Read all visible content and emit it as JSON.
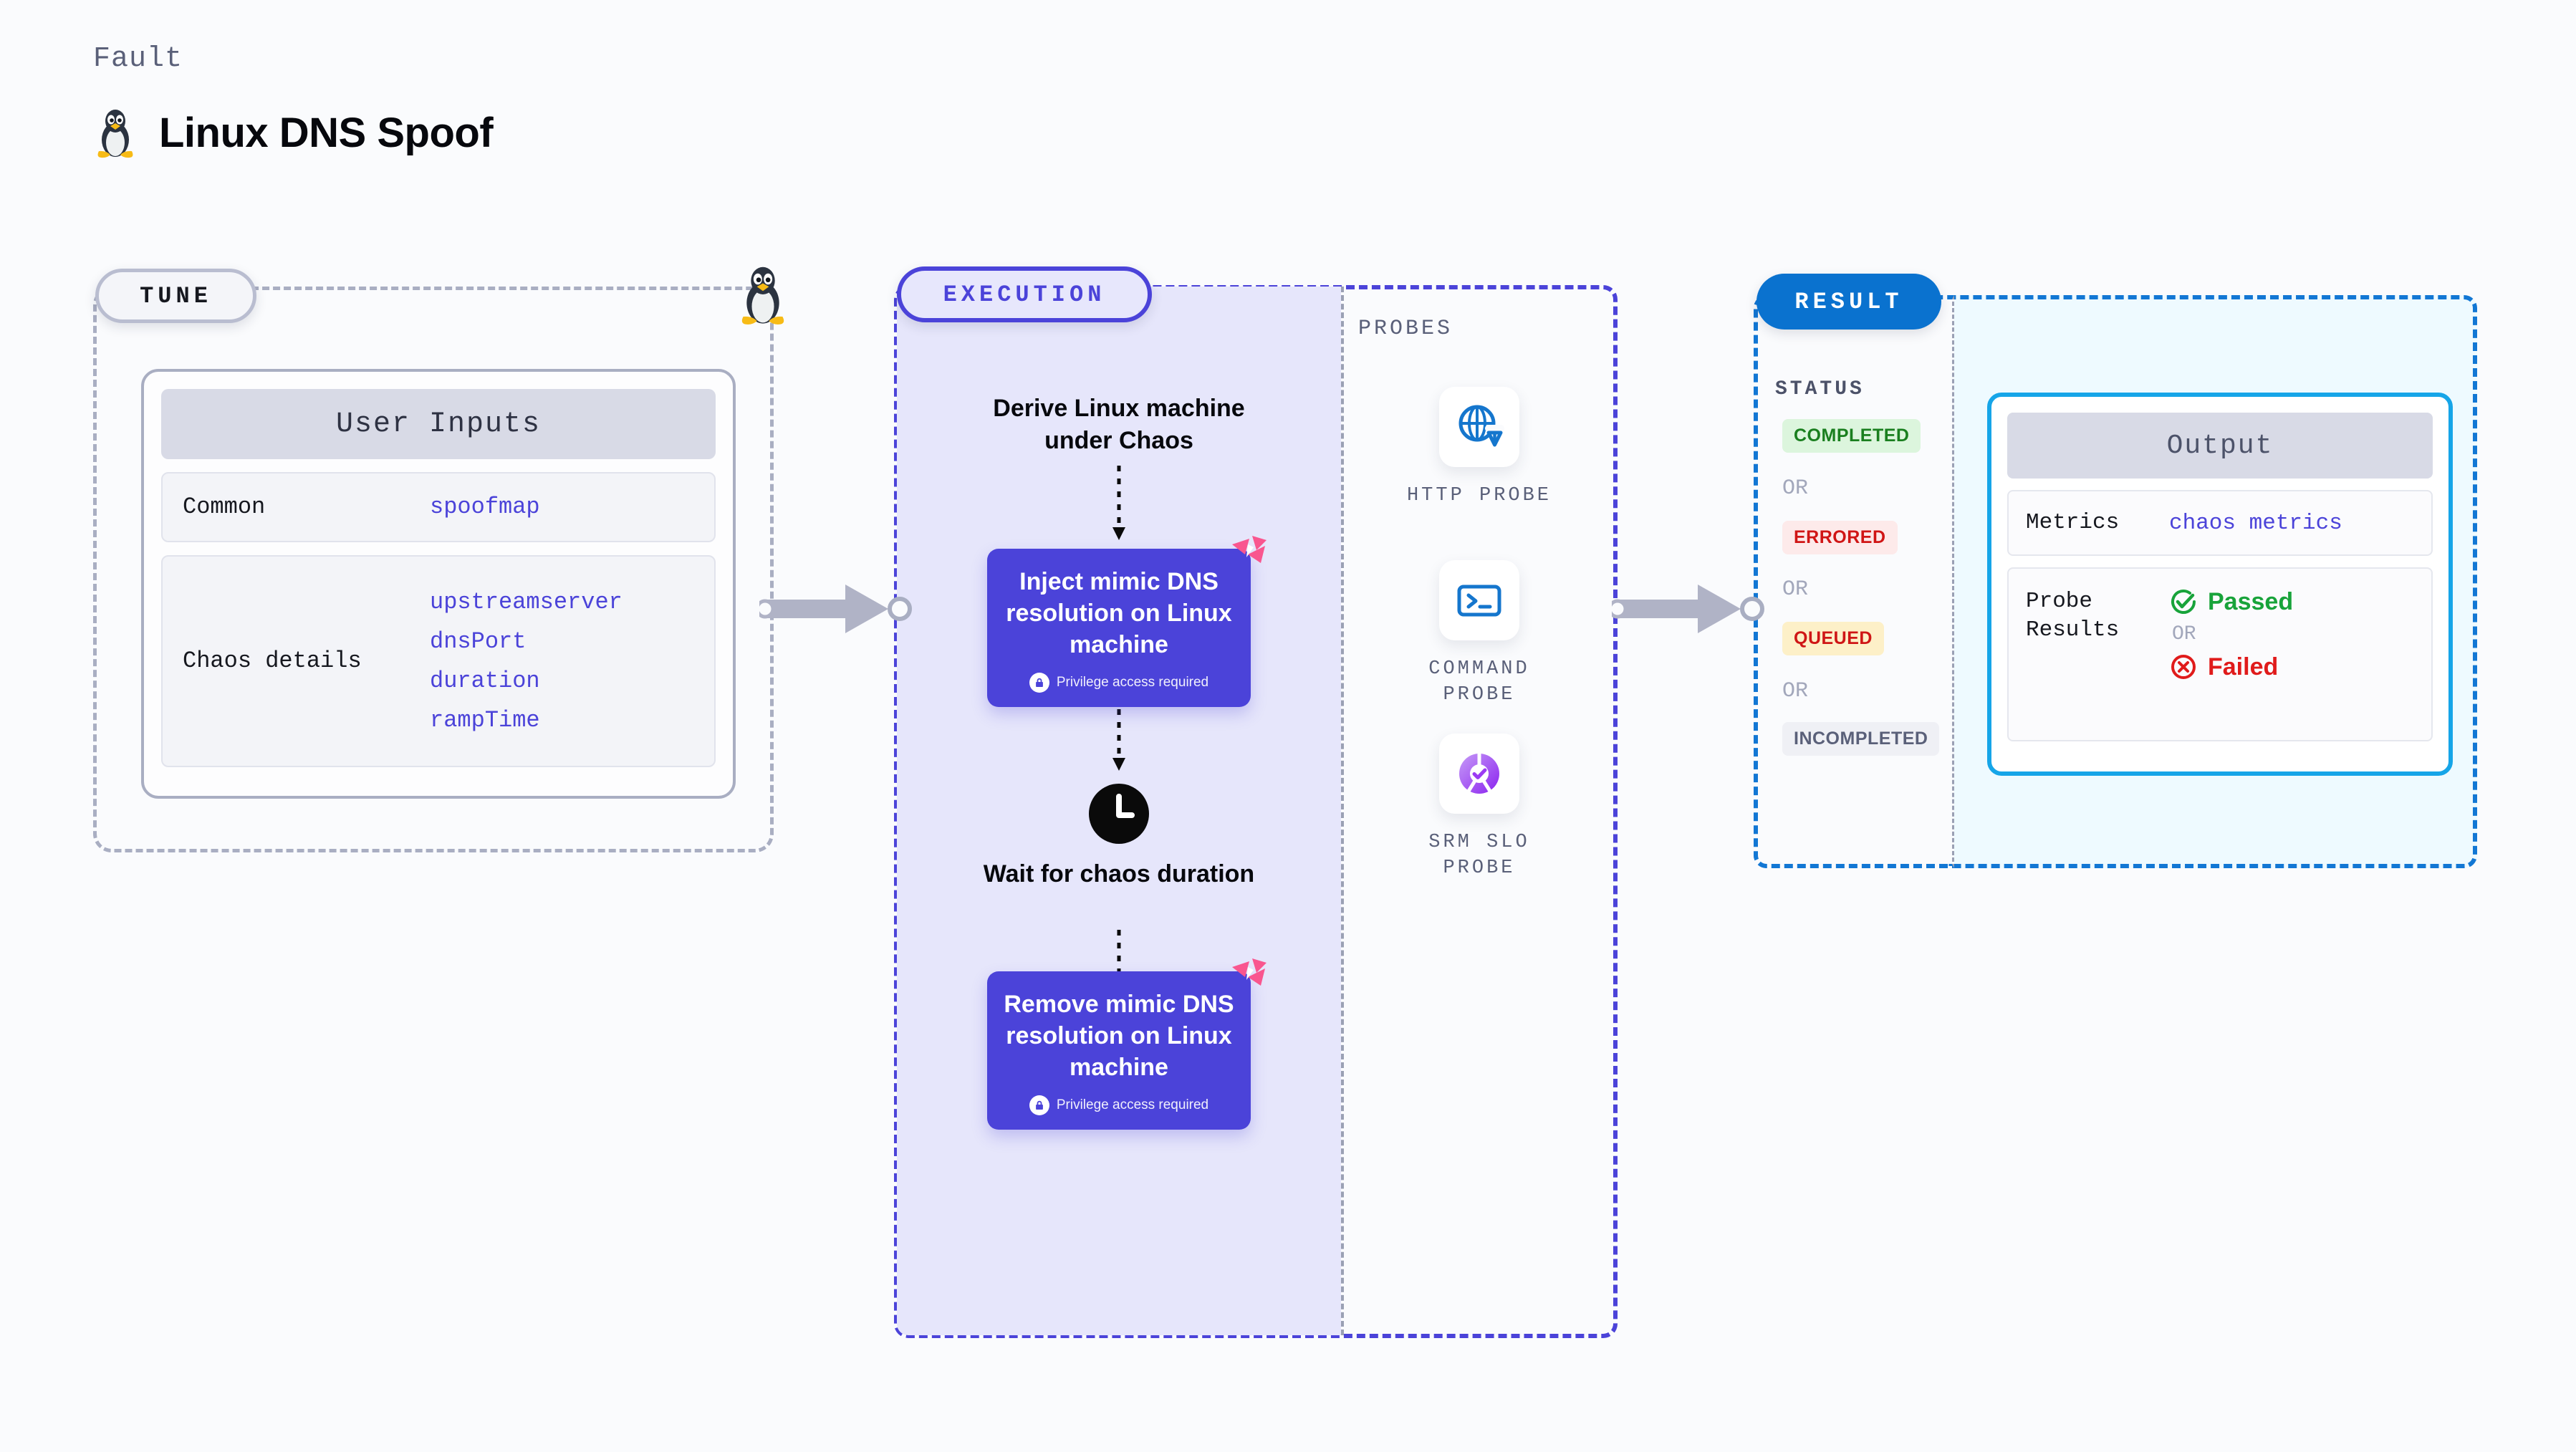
{
  "header": {
    "kicker": "Fault",
    "title": "Linux DNS Spoof",
    "icon": "linux-penguin-icon"
  },
  "tune": {
    "badge": "TUNE",
    "card_title": "User Inputs",
    "rows": [
      {
        "label": "Common",
        "values": [
          "spoofmap"
        ]
      },
      {
        "label": "Chaos details",
        "values": [
          "upstreamserver",
          "dnsPort",
          "duration",
          "rampTime"
        ]
      }
    ]
  },
  "execution": {
    "badge": "EXECUTION",
    "steps": [
      {
        "type": "text",
        "label": "Derive Linux machine under Chaos"
      },
      {
        "type": "box",
        "label": "Inject mimic DNS resolution on Linux machine",
        "note": "Privilege access required",
        "icon": "lock-icon",
        "badge_icon": "litmus-logo-icon"
      },
      {
        "type": "clock",
        "label": "Wait for chaos duration",
        "icon": "clock-icon"
      },
      {
        "type": "box",
        "label": "Remove mimic DNS resolution on Linux machine",
        "note": "Privilege access required",
        "icon": "lock-icon",
        "badge_icon": "litmus-logo-icon"
      }
    ]
  },
  "probes": {
    "title": "PROBES",
    "items": [
      {
        "label": "HTTP PROBE",
        "icon": "globe-warning-icon"
      },
      {
        "label": "COMMAND PROBE",
        "icon": "terminal-icon"
      },
      {
        "label": "SRM SLO PROBE",
        "icon": "slo-donut-check-icon"
      }
    ]
  },
  "result": {
    "badge": "RESULT",
    "status_title": "STATUS",
    "or": "OR",
    "statuses": [
      {
        "label": "COMPLETED",
        "color": "#1a7f1f",
        "bg": "#dcf5dd"
      },
      {
        "label": "ERRORED",
        "color": "#d01616",
        "bg": "#fdeaea"
      },
      {
        "label": "QUEUED",
        "color": "#cf1616",
        "bg": "#fdf0c8"
      },
      {
        "label": "INCOMPLETED",
        "color": "#5a6079",
        "bg": "#eff0f5"
      }
    ],
    "output": {
      "title": "Output",
      "metrics_label": "Metrics",
      "metrics_value": "chaos metrics",
      "probe_results_label": "Probe Results",
      "passed": "Passed",
      "failed": "Failed",
      "or": "OR",
      "passed_icon": "check-circle-icon",
      "failed_icon": "x-circle-icon"
    }
  },
  "colors": {
    "accent_purple": "#4b43d9",
    "accent_blue": "#0a72cf",
    "accent_cyan": "#16a5e8",
    "litmus_pink": "#f9568f",
    "muted": "#9aa0b4"
  }
}
